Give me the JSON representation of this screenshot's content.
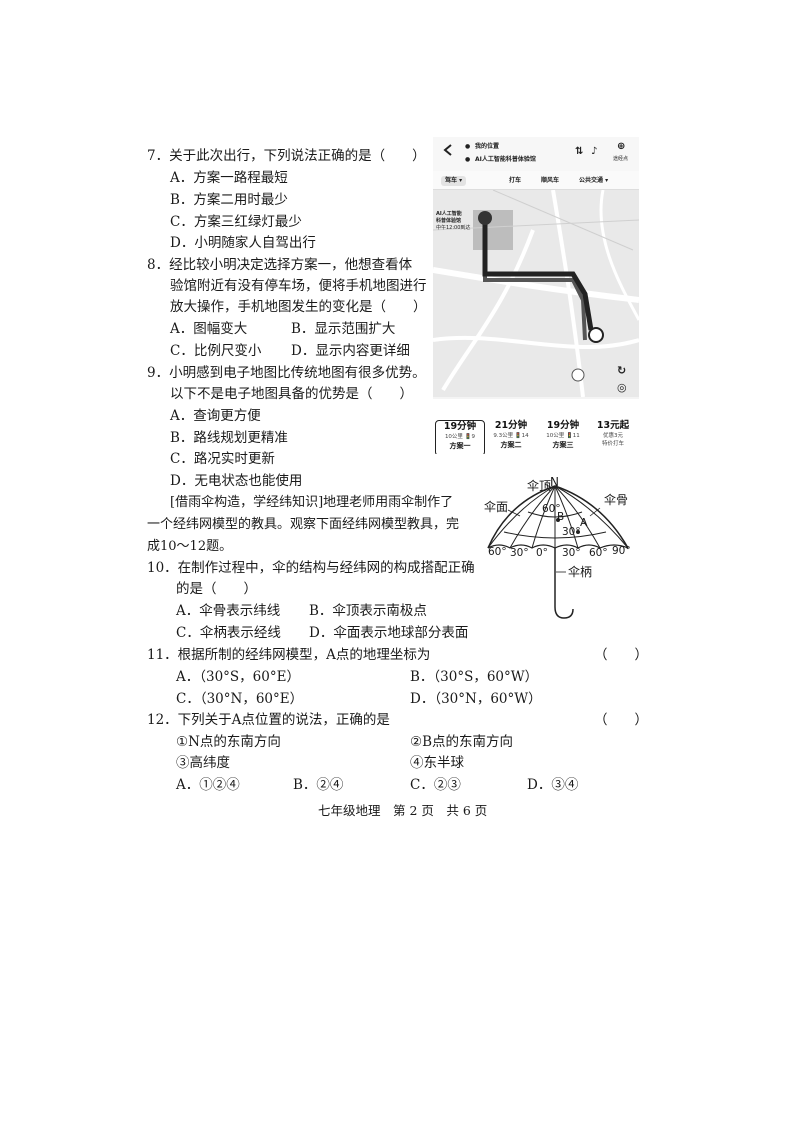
{
  "q7": {
    "stem": "7．关于此次出行，下列说法正确的是（　　）",
    "options": [
      "A．方案一路程最短",
      "B．方案二用时最少",
      "C．方案三红绿灯最少",
      "D．小明随家人自驾出行"
    ]
  },
  "q8": {
    "line1": "8．经比较小明决定选择方案一，他想查看体",
    "line2": "验馆附近有没有停车场，便将手机地图进行",
    "line3": "放大操作，手机地图发生的变化是（　　）",
    "opt_a": "A．图幅变大",
    "opt_b": "B．显示范围扩大",
    "opt_c": "C．比例尺变小",
    "opt_d": "D．显示内容更详细"
  },
  "q9": {
    "line1": "9．小明感到电子地图比传统地图有很多优势。",
    "line2": "以下不是电子地图具备的优势是（　　）",
    "options": [
      "A．查询更方便",
      "B．路线规划更精准",
      "C．路况实时更新",
      "D．无电状态也能使用"
    ]
  },
  "intro": {
    "line1": "[借雨伞构造，学经纬知识]地理老师用雨伞制作了",
    "line2": "一个经纬网模型的教具。观察下面经纬网模型教具，完",
    "line3": "成10～12题。"
  },
  "q10": {
    "line1": "10．在制作过程中，伞的结构与经纬网的构成搭配正确",
    "line2": "的是（　　）",
    "opt_a": "A．伞骨表示纬线",
    "opt_b": "B．伞顶表示南极点",
    "opt_c": "C．伞柄表示经线",
    "opt_d": "D．伞面表示地球部分表面"
  },
  "q11": {
    "stem": "11．根据所制的经纬网模型，A点的地理坐标为",
    "paren": "（　　）",
    "opt_a": "A．（30°S，60°E）",
    "opt_b": "B．（30°S，60°W）",
    "opt_c": "C．（30°N，60°E）",
    "opt_d": "D．（30°N，60°W）"
  },
  "q12": {
    "stem": "12．下列关于A点位置的说法，正确的是",
    "paren": "（　　）",
    "item1": "①N点的东南方向",
    "item2": "②B点的东南方向",
    "item3": "③高纬度",
    "item4": "④东半球",
    "opt_a": "A．①②④",
    "opt_b": "B．②④",
    "opt_c": "C．②③",
    "opt_d": "D．③④"
  },
  "footer": "七年级地理　第 2 页　共 6 页",
  "phone": {
    "my_location": "我的位置",
    "destination": "AI人工智能科普体验馆",
    "add_stop": "途经点",
    "tab_drive": "驾车",
    "tab_taxi": "打车",
    "tab_carpool": "顺风车",
    "tab_transit": "公共交通",
    "map_label_line1": "AI人工智能",
    "map_label_line2": "科普体验馆",
    "map_label_line3": "中午12:00到达",
    "plans": [
      {
        "time": "19分钟",
        "detail": "10公里 🚦9",
        "name": "方案一"
      },
      {
        "time": "21分钟",
        "detail": "9.3公里 🚦14",
        "name": "方案二"
      },
      {
        "time": "19分钟",
        "detail": "10公里 🚦11",
        "name": "方案三"
      }
    ],
    "taxi_price": "13元起",
    "taxi_note1": "优惠3元",
    "taxi_note2": "特价打车"
  },
  "umbrella": {
    "top": "伞顶",
    "n": "N",
    "surface": "伞面",
    "rib": "伞骨",
    "handle": "伞柄",
    "lat60": "60°",
    "lat30": "30°",
    "b": "B",
    "a": "A",
    "lon_labels": [
      "60°",
      "30°",
      "0°",
      "30°",
      "60°",
      "90°"
    ]
  }
}
